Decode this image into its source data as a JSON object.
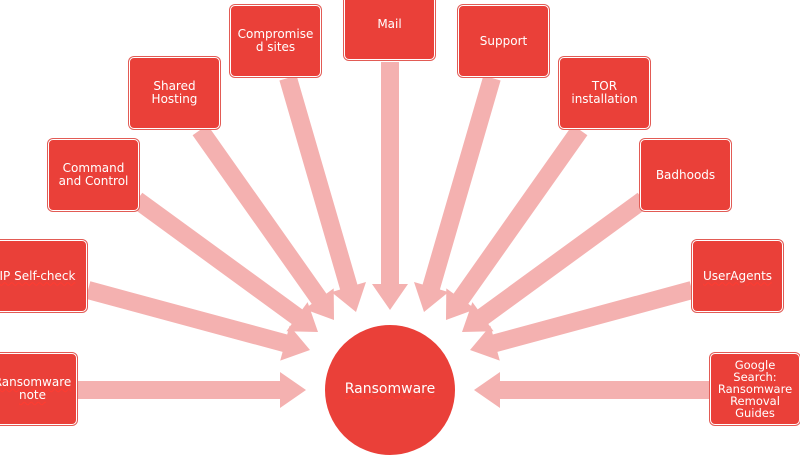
{
  "diagram": {
    "center": "Ransomware",
    "nodes": [
      {
        "id": "ransomware-note",
        "label": "Ransomware\nnote"
      },
      {
        "id": "ip-self-check",
        "label": "IP Self-check"
      },
      {
        "id": "command-and-control",
        "label": "Command\nand Control"
      },
      {
        "id": "shared-hosting",
        "label": "Shared\nHosting"
      },
      {
        "id": "compromised-sites",
        "label": "Compromise\nd sites"
      },
      {
        "id": "mail",
        "label": "Mail"
      },
      {
        "id": "support",
        "label": "Support"
      },
      {
        "id": "tor-installation",
        "label": "TOR\ninstallation"
      },
      {
        "id": "badhoods",
        "label": "Badhoods"
      },
      {
        "id": "useragents",
        "label": "UserAgents"
      },
      {
        "id": "google-search",
        "label": "Google\nSearch:\nRansomware\nRemoval\nGuides"
      }
    ]
  },
  "colors": {
    "node_fill": "#ea4039",
    "arrow_fill": "#f4b1b0",
    "hub_fill": "#ea4039"
  }
}
